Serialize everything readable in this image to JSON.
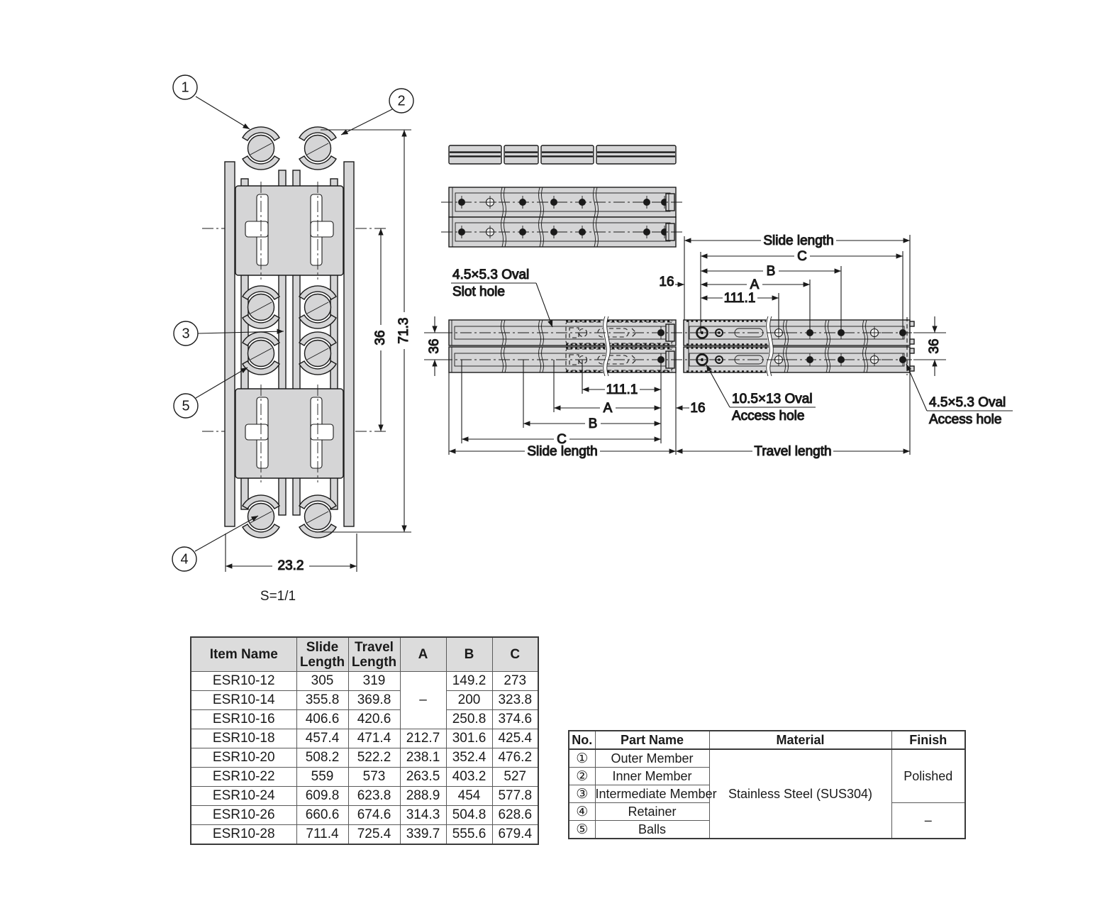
{
  "colors": {
    "part_fill": "#d5d5d6",
    "line_color": "#1a1a1a",
    "table_header_bg": "#dcdcdc"
  },
  "cross_section": {
    "callout_1": "1",
    "callout_2": "2",
    "callout_3": "3",
    "callout_4": "4",
    "callout_5": "5",
    "dim_pitch": "36",
    "dim_height": "71.3",
    "dim_width": "23.2",
    "scale_note": "S=1/1"
  },
  "side_view": {
    "top_dims": {
      "slide_length": "Slide length",
      "c": "C",
      "b": "B",
      "a": "A",
      "pitch": "111.1",
      "edge_offset": "16"
    },
    "bottom_dims": {
      "pitch": "111.1",
      "a": "A",
      "edge_offset": "16",
      "b": "B",
      "c": "C",
      "slide_length": "Slide length",
      "travel_length": "Travel length"
    },
    "left_rail_pitch": "36",
    "right_rail_pitch": "36",
    "slot_hole_label_1": "4.5×5.3 Oval",
    "slot_hole_label_2": "Slot hole",
    "access_hole_a_label_1": "10.5×13 Oval",
    "access_hole_a_label_2": "Access hole",
    "access_hole_b_label_1": "4.5×5.3 Oval",
    "access_hole_b_label_2": "Access hole"
  },
  "dimension_table": {
    "headers": {
      "item": "Item Name",
      "slide_1": "Slide",
      "slide_2": "Length",
      "travel_1": "Travel",
      "travel_2": "Length",
      "a": "A",
      "b": "B",
      "c": "C"
    },
    "a_blank": "–",
    "rows": [
      {
        "name": "ESR10-12",
        "slide": "305",
        "travel": "319",
        "b": "149.2",
        "c": "273"
      },
      {
        "name": "ESR10-14",
        "slide": "355.8",
        "travel": "369.8",
        "b": "200",
        "c": "323.8"
      },
      {
        "name": "ESR10-16",
        "slide": "406.6",
        "travel": "420.6",
        "b": "250.8",
        "c": "374.6"
      },
      {
        "name": "ESR10-18",
        "slide": "457.4",
        "travel": "471.4",
        "a": "212.7",
        "b": "301.6",
        "c": "425.4"
      },
      {
        "name": "ESR10-20",
        "slide": "508.2",
        "travel": "522.2",
        "a": "238.1",
        "b": "352.4",
        "c": "476.2"
      },
      {
        "name": "ESR10-22",
        "slide": "559",
        "travel": "573",
        "a": "263.5",
        "b": "403.2",
        "c": "527"
      },
      {
        "name": "ESR10-24",
        "slide": "609.8",
        "travel": "623.8",
        "a": "288.9",
        "b": "454",
        "c": "577.8"
      },
      {
        "name": "ESR10-26",
        "slide": "660.6",
        "travel": "674.6",
        "a": "314.3",
        "b": "504.8",
        "c": "628.6"
      },
      {
        "name": "ESR10-28",
        "slide": "711.4",
        "travel": "725.4",
        "a": "339.7",
        "b": "555.6",
        "c": "679.4"
      }
    ]
  },
  "parts_table": {
    "headers": {
      "no": "No.",
      "part": "Part Name",
      "material": "Material",
      "finish": "Finish"
    },
    "rows": [
      {
        "no": "①",
        "part": "Outer Member"
      },
      {
        "no": "②",
        "part": "Inner Member"
      },
      {
        "no": "③",
        "part": "Intermediate Member"
      },
      {
        "no": "④",
        "part": "Retainer"
      },
      {
        "no": "⑤",
        "part": "Balls"
      }
    ],
    "material": "Stainless Steel (SUS304)",
    "finish_top": "Polished",
    "finish_bottom": "–"
  }
}
